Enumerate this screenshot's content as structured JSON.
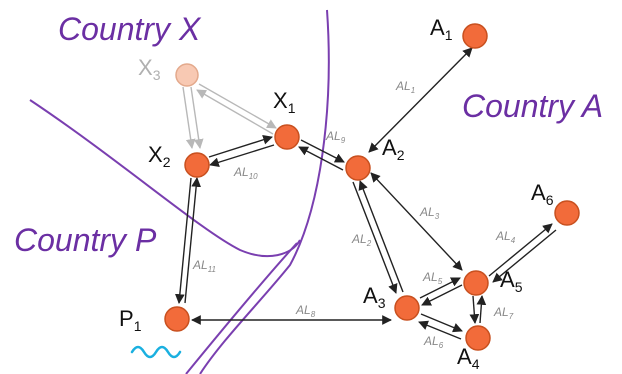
{
  "countries": {
    "x": "Country X",
    "a": "Country A",
    "p": "Country P"
  },
  "nodes": {
    "A1": {
      "base": "A",
      "sub": "1"
    },
    "A2": {
      "base": "A",
      "sub": "2"
    },
    "A3": {
      "base": "A",
      "sub": "3"
    },
    "A4": {
      "base": "A",
      "sub": "4"
    },
    "A5": {
      "base": "A",
      "sub": "5"
    },
    "A6": {
      "base": "A",
      "sub": "6"
    },
    "X1": {
      "base": "X",
      "sub": "1"
    },
    "X2": {
      "base": "X",
      "sub": "2"
    },
    "X3": {
      "base": "X",
      "sub": "3"
    },
    "P1": {
      "base": "P",
      "sub": "1"
    }
  },
  "edges": {
    "AL1": {
      "base": "AL",
      "sub": "1"
    },
    "AL2": {
      "base": "AL",
      "sub": "2"
    },
    "AL3": {
      "base": "AL",
      "sub": "3"
    },
    "AL4": {
      "base": "AL",
      "sub": "4"
    },
    "AL5": {
      "base": "AL",
      "sub": "5"
    },
    "AL6": {
      "base": "AL",
      "sub": "6"
    },
    "AL7": {
      "base": "AL",
      "sub": "7"
    },
    "AL8": {
      "base": "AL",
      "sub": "8"
    },
    "AL9": {
      "base": "AL",
      "sub": "9"
    },
    "AL10": {
      "base": "AL",
      "sub": "10"
    },
    "AL11": {
      "base": "AL",
      "sub": "11"
    }
  },
  "colors": {
    "border": "#7a3fb0",
    "node_fill": "#f26b3a",
    "node_stroke": "#c8501f",
    "ghost_fill": "#f8c9b3",
    "arrow": "#222222",
    "ghost_arrow": "#b8b8b8",
    "river": "#1ab0e0"
  },
  "icons": {
    "river": "river-wave-icon"
  }
}
